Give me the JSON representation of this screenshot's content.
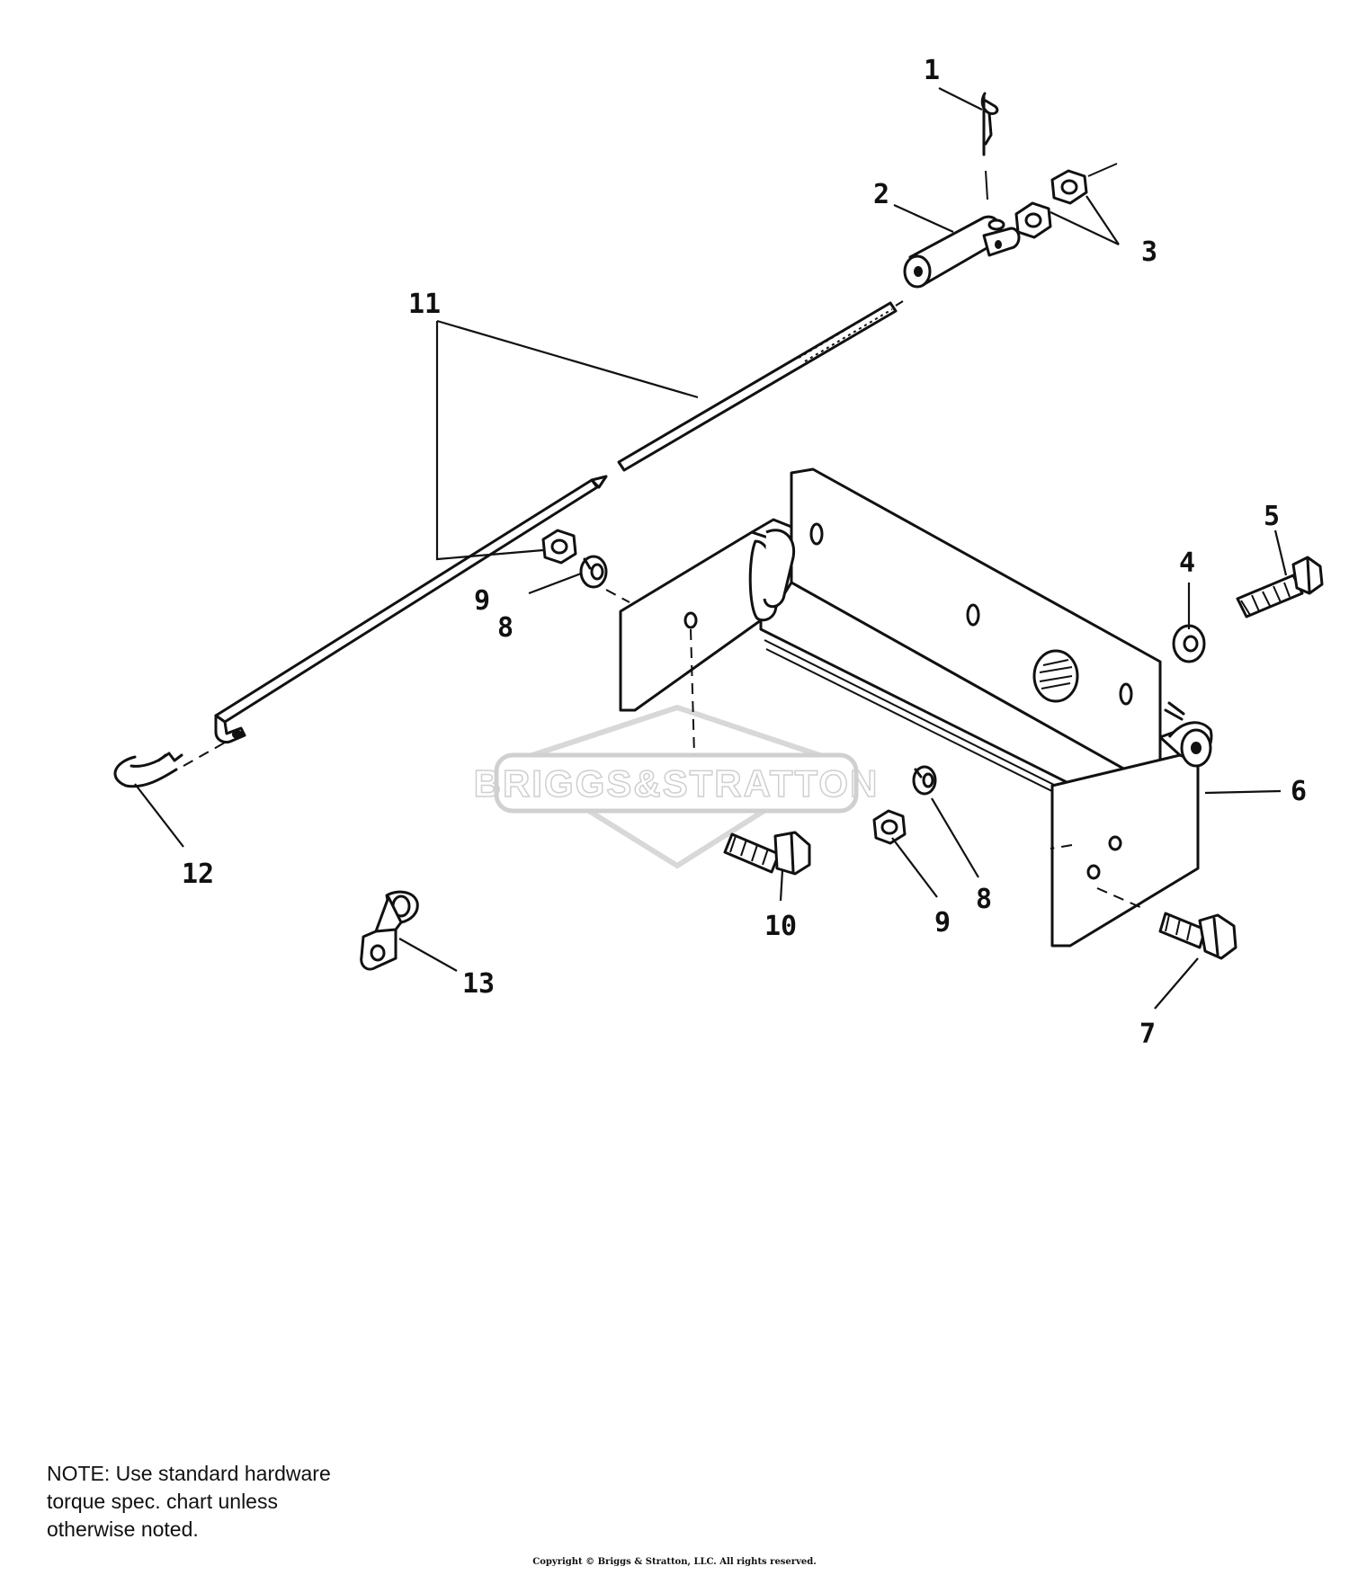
{
  "callouts": {
    "c1": "1",
    "c2": "2",
    "c3": "3",
    "c4": "4",
    "c5": "5",
    "c6": "6",
    "c7": "7",
    "c8a": "8",
    "c8b": "8",
    "c9a": "9",
    "c9b": "9",
    "c10": "10",
    "c11": "11",
    "c12": "12",
    "c13": "13"
  },
  "watermark": "BRIGGS&STRATTON",
  "note": {
    "line1": "NOTE: Use standard hardware",
    "line2": "torque spec. chart unless",
    "line3": "otherwise noted."
  },
  "copyright": "Copyright © Briggs & Stratton, LLC. All rights reserved."
}
